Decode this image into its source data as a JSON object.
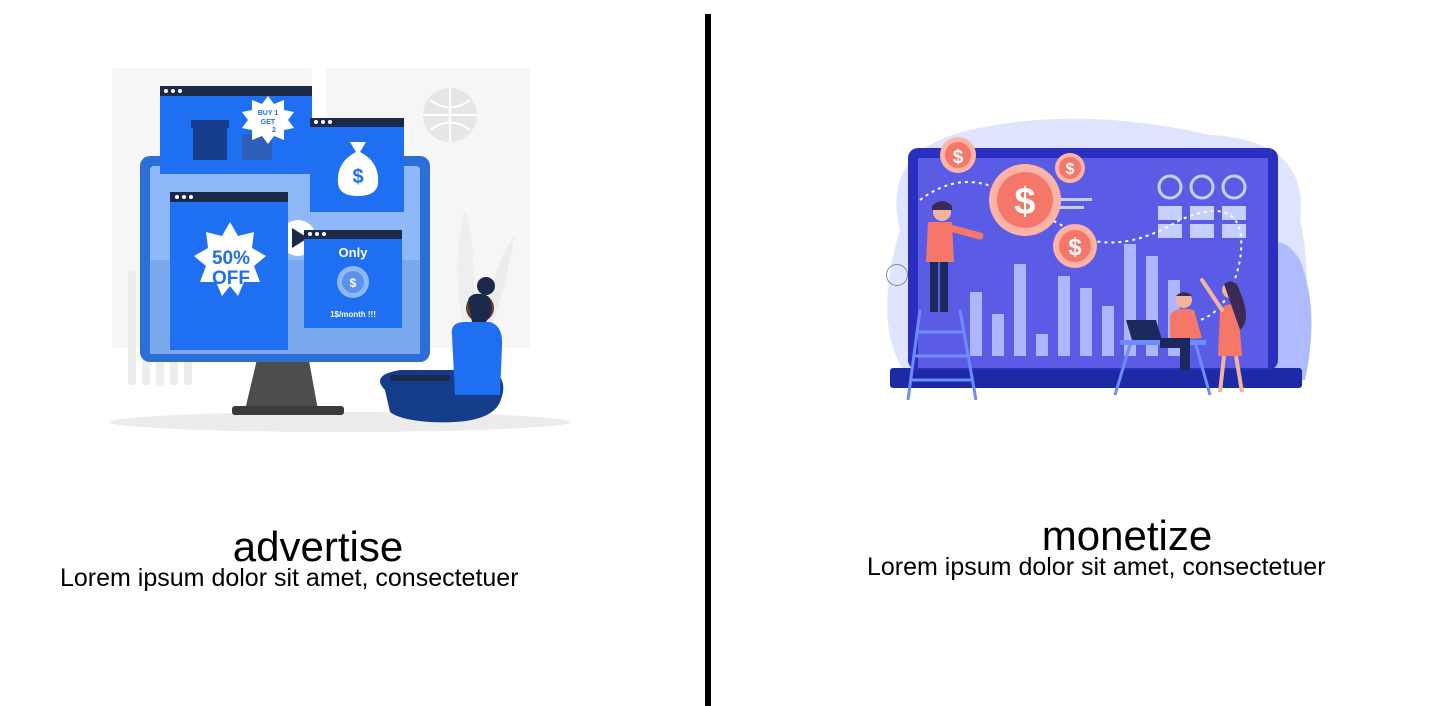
{
  "left_card": {
    "title": "advertise",
    "description": "Lorem ipsum dolor sit amet, consectetuer",
    "illustration": {
      "badge_top": [
        "BUY 1",
        "GET",
        "2"
      ],
      "discount_line1": "50%",
      "discount_line2": "OFF",
      "price_heading": "Only",
      "price_text": "1$/month !!!",
      "currency_symbol": "$"
    }
  },
  "right_card": {
    "title": "monetize",
    "description": "Lorem ipsum dolor sit amet, consectetuer",
    "illustration": {
      "currency_symbol": "$"
    }
  },
  "colors": {
    "primary_blue": "#2b7bf5",
    "indigo": "#3b3bd4",
    "coral": "#f4776a",
    "divider": "#000000"
  }
}
